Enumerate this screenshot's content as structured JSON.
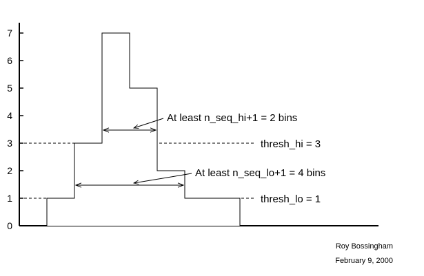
{
  "chart_data": {
    "type": "histogram",
    "title": "",
    "xlabel": "",
    "ylabel": "",
    "ylim": [
      0,
      7.5
    ],
    "yticks": [
      "0",
      "1",
      "2",
      "3",
      "4",
      "5",
      "6",
      "7"
    ],
    "bins": [
      {
        "bin": 1,
        "value": 1
      },
      {
        "bin": 2,
        "value": 3
      },
      {
        "bin": 3,
        "value": 7
      },
      {
        "bin": 4,
        "value": 5
      },
      {
        "bin": 5,
        "value": 2
      },
      {
        "bin": 6,
        "value": 1
      },
      {
        "bin": 7,
        "value": 1
      }
    ],
    "thresholds": [
      {
        "name": "thresh_hi",
        "value": 3,
        "label": "thresh_hi = 3"
      },
      {
        "name": "thresh_lo",
        "value": 1,
        "label": "thresh_lo = 1"
      }
    ],
    "annotations": [
      {
        "text": "At least  n_seq_hi+1 = 2 bins",
        "from_bin": 3,
        "to_bin": 4,
        "at_value": 3.5
      },
      {
        "text": "At least  n_seq_lo+1 = 4 bins",
        "from_bin": 2,
        "to_bin": 5,
        "at_value": 1.5
      }
    ],
    "grid": false,
    "legend": "none"
  },
  "footer": {
    "author": "Roy Bossingham",
    "date": "February 9, 2000"
  }
}
